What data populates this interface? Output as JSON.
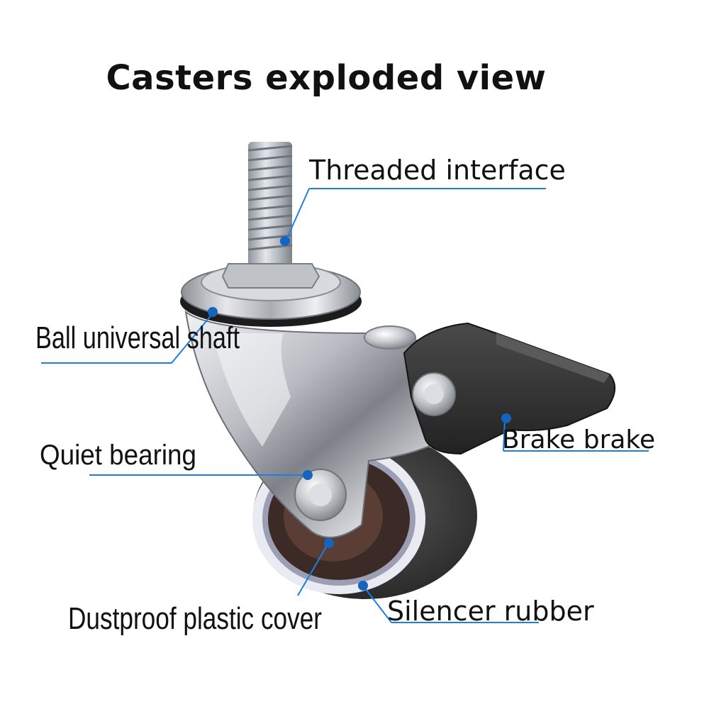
{
  "title": "Casters exploded view",
  "labels": {
    "threaded_interface": "Threaded interface",
    "ball_universal_shaft": "Ball universal shaft",
    "brake_brake": "Brake brake",
    "quiet_bearing": "Quiet bearing",
    "dustproof_plastic_cover": "Dustproof plastic cover",
    "silencer_rubber": "Silencer rubber"
  },
  "colors": {
    "leader_line": "#1e7fe0",
    "marker_dot": "#1565c0",
    "metal": "#c9ccd1",
    "wheel_rubber": "#3a3a3a",
    "tread_ring": "#e9eaf2",
    "brake_plastic": "#2e2e2e"
  }
}
